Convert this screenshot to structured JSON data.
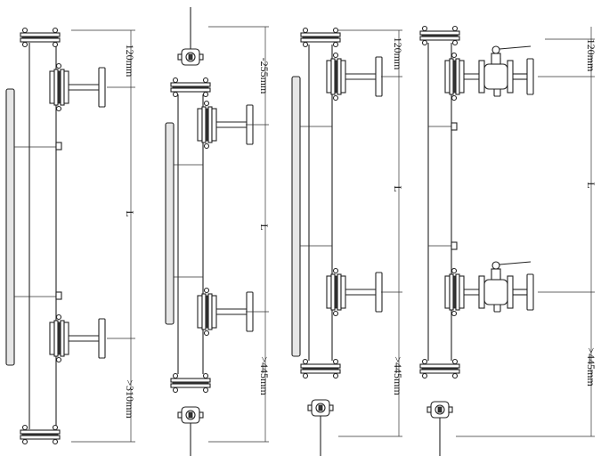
{
  "diagrams": [
    {
      "id": "gauge-1",
      "labels": {
        "top": "120mm",
        "middle": "L",
        "bottom": ">310mm"
      }
    },
    {
      "id": "gauge-2",
      "labels": {
        "top": "-255mm",
        "middle": "L",
        "bottom": ">445mm"
      }
    },
    {
      "id": "gauge-3",
      "labels": {
        "top": "120mm",
        "middle": "L",
        "bottom": ">445mm"
      }
    },
    {
      "id": "gauge-4",
      "labels": {
        "top": "120mm",
        "middle": "L",
        "bottom": ">445mm"
      }
    }
  ]
}
